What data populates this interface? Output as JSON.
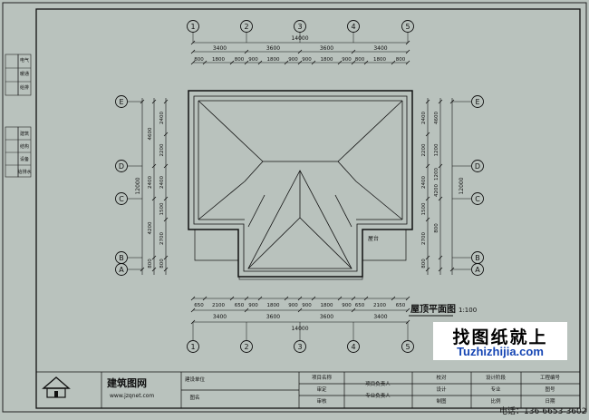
{
  "plan": {
    "title": "屋顶平面图",
    "scale": "1:100",
    "axes_top": [
      "①",
      "②",
      "③",
      "④",
      "⑤"
    ],
    "axes_side": [
      "E",
      "D",
      "C",
      "B",
      "A"
    ],
    "total_width": "14000",
    "bays": [
      "3400",
      "3600",
      "3600",
      "3400"
    ],
    "sub_top": [
      "800",
      "1800",
      "800",
      "900",
      "1800",
      "900",
      "900",
      "1800",
      "900",
      "800",
      "1800",
      "800"
    ],
    "sub_bottom": [
      "650",
      "2100",
      "650",
      "900",
      "1800",
      "900",
      "900",
      "1800",
      "900",
      "650",
      "2100",
      "650"
    ],
    "left_sub": [
      "2400",
      "2200",
      "2400",
      "1500",
      "2700",
      "800"
    ],
    "left_bays": [
      "4600",
      "2400",
      "4200",
      "800"
    ],
    "total_depth": "12000",
    "right_sub": [
      "2400",
      "2200",
      "2400",
      "1500",
      "2700",
      "800"
    ],
    "right_bays": [
      "4600",
      "1200",
      "1200",
      "4200",
      "800"
    ],
    "roof_note": "屋台"
  },
  "sidebar": {
    "group1": [
      "电气",
      "暖通",
      "给排"
    ],
    "group2": [
      "建筑",
      "结构",
      "设备",
      "给排水"
    ]
  },
  "title_block": {
    "company": "建筑图网",
    "website": "www.jzqnet.com",
    "cells": {
      "c1a": "建设单位",
      "c1b": "图名",
      "c2a": "项目名称",
      "c2b": "审定",
      "c2c": "审核",
      "c3a": "项目负责人",
      "c3b": "专业负责人",
      "c4a": "校对",
      "c4b": "设计",
      "c4c": "制图",
      "c5a": "设计阶段",
      "c5b": "专业",
      "c5c": "比例",
      "c6a": "工程编号",
      "c6b": "图号",
      "c6c": "日期"
    }
  },
  "watermark": {
    "line1": "找图纸就上",
    "line2": "Tuzhizhijia.com"
  },
  "phone": "电话：136-6653-3602"
}
